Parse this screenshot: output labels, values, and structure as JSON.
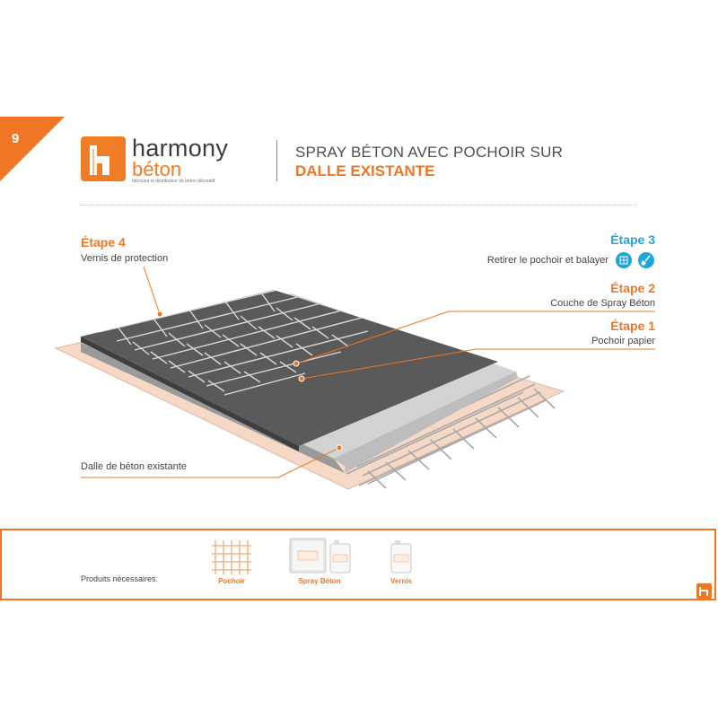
{
  "page_number": "9",
  "brand": {
    "name": "harmony",
    "sub": "béton",
    "tagline": "fabricant et distributeur de béton décoratif",
    "accent": "#ee7624",
    "blue": "#1fa5d6"
  },
  "title": {
    "line1": "SPRAY BÉTON AVEC POCHOIR SUR",
    "line2": "DALLE EXISTANTE"
  },
  "steps": [
    {
      "id": "etape4",
      "title": "Étape 4",
      "desc": "Vernis de protection"
    },
    {
      "id": "etape3",
      "title": "Étape 3",
      "desc": "Retirer le pochoir et balayer",
      "icons": [
        "grid-roller-icon",
        "broom-icon"
      ]
    },
    {
      "id": "etape2",
      "title": "Étape 2",
      "desc": "Couche de Spray Béton"
    },
    {
      "id": "etape1",
      "title": "Étape 1",
      "desc": "Pochoir papier"
    }
  ],
  "base_label": "Dalle de béton existante",
  "products": {
    "caption": "Produits nécessaires:",
    "items": [
      {
        "label": "Pochoir",
        "icon": "stencil-grid-icon"
      },
      {
        "label": "Spray Béton",
        "icon": "bucket-and-jerrycan-icon"
      },
      {
        "label": "Vernis",
        "icon": "jerrycan-icon"
      }
    ]
  }
}
